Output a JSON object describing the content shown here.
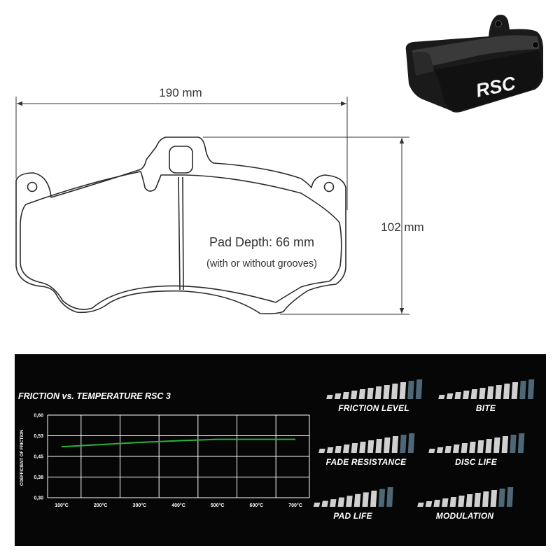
{
  "drawing": {
    "width_label": "190 mm",
    "height_label": "102 mm",
    "depth_label": "Pad Depth: 66 mm",
    "depth_note": "(with or without grooves)"
  },
  "product_photo": {
    "logo_text": "RSC"
  },
  "friction_chart": {
    "title": "FRICTION vs. TEMPERATURE RSC 3",
    "chart_data": {
      "type": "line",
      "title": "FRICTION vs. TEMPERATURE RSC 3",
      "xlabel": "",
      "ylabel": "COEFFICIENT OF FRICTION",
      "categories": [
        "100°C",
        "200°C",
        "300°C",
        "400°C",
        "500°C",
        "600°C",
        "700°C"
      ],
      "x": [
        100,
        200,
        300,
        400,
        500,
        600,
        700
      ],
      "y_ticks": [
        "0,60",
        "0,53",
        "0,45",
        "0,38",
        "0,30"
      ],
      "ylim": [
        0.3,
        0.6
      ],
      "grid": true,
      "series": [
        {
          "color": "#2fb234",
          "values": [
            0.485,
            0.493,
            0.501,
            0.507,
            0.512,
            0.512,
            0.512
          ]
        }
      ]
    }
  },
  "ratings": [
    {
      "label": "FRICTION LEVEL",
      "level": 10,
      "max": 12
    },
    {
      "label": "BITE",
      "level": 10,
      "max": 12
    },
    {
      "label": "FADE RESISTANCE",
      "level": 10,
      "max": 12
    },
    {
      "label": "DISC LIFE",
      "level": 10,
      "max": 12
    },
    {
      "label": "PAD LIFE",
      "level": 8,
      "max": 10
    },
    {
      "label": "MODULATION",
      "level": 10,
      "max": 12
    }
  ],
  "colors": {
    "panel_bg": "#060606",
    "bar_filled": "#d0d0d0",
    "bar_empty": "#4d6776",
    "line": "#2fb234"
  }
}
